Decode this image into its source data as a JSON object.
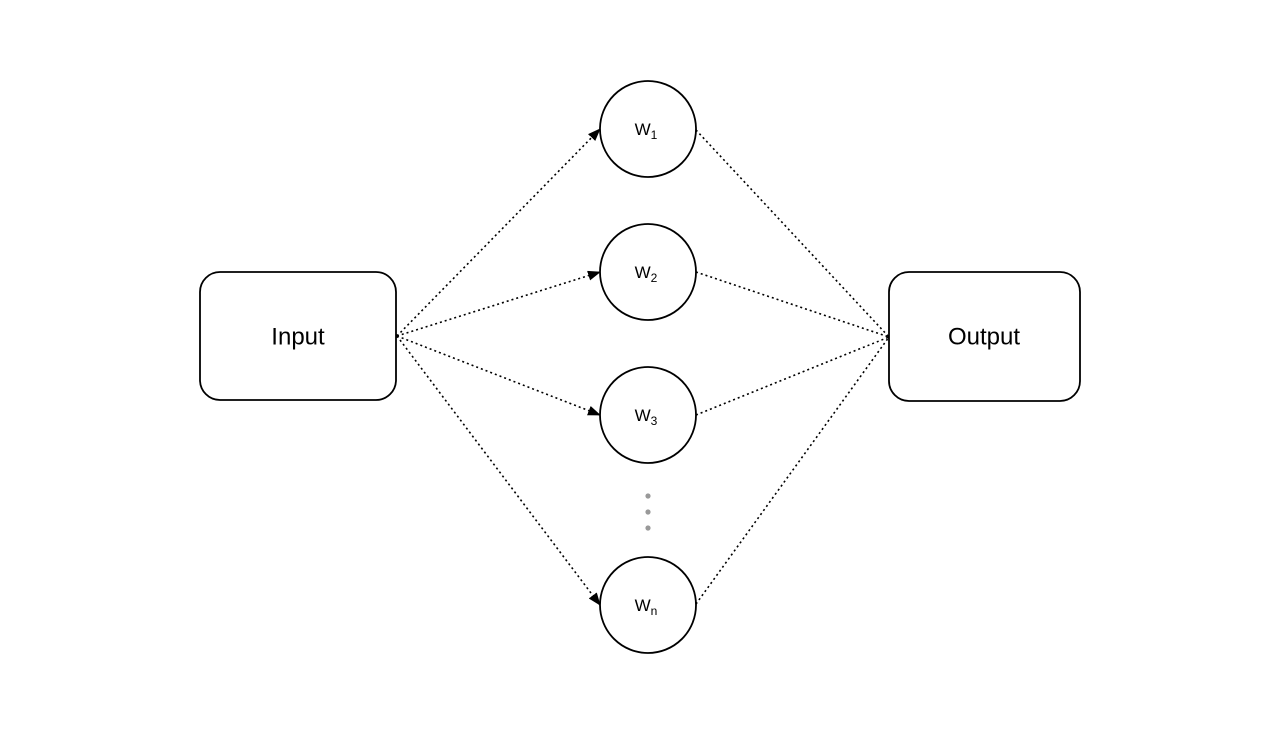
{
  "diagram": {
    "colors": {
      "stroke": "#000000",
      "shape_fill": "#ffffff",
      "text": "#000000",
      "ellipsis_dots": "#999999",
      "background": "#ffffff"
    },
    "input_box": {
      "label": "Input"
    },
    "output_box": {
      "label": "Output"
    },
    "weight_nodes": [
      {
        "base": "W",
        "sub": "1"
      },
      {
        "base": "W",
        "sub": "2"
      },
      {
        "base": "W",
        "sub": "3"
      },
      {
        "base": "W",
        "sub": "n"
      }
    ]
  }
}
